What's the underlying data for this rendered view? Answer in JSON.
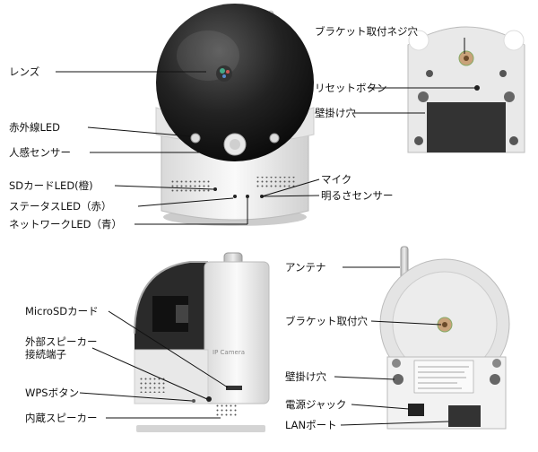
{
  "front_view": {
    "lens": "レンズ",
    "infrared_led": "赤外線LED",
    "motion_sensor": "人感センサー",
    "sd_card_led": "SDカードLED(橙)",
    "status_led": "ステータスLED（赤）",
    "network_led": "ネットワークLED（青）",
    "microphone": "マイク",
    "light_sensor": "明るさセンサー"
  },
  "back_top_view": {
    "bracket_screw_hole": "ブラケット取付ネジ穴",
    "reset_button": "リセットボタン",
    "wall_mount_hole": "壁掛け穴"
  },
  "side_view": {
    "microsd_card": "MicroSDカード",
    "external_speaker_jack": "外部スピーカー\n接続端子",
    "wps_button": "WPSボタン",
    "internal_speaker": "内蔵スピーカー",
    "device_text": "IP Camera"
  },
  "rear_view": {
    "antenna": "アンテナ",
    "bracket_hole": "ブラケット取付穴",
    "wall_mount_hole": "壁掛け穴",
    "power_jack": "電源ジャック",
    "lan_port": "LANポート"
  },
  "colors": {
    "body": "#eeeeee",
    "dome": "#1a1a1a",
    "lines": "#111111"
  }
}
